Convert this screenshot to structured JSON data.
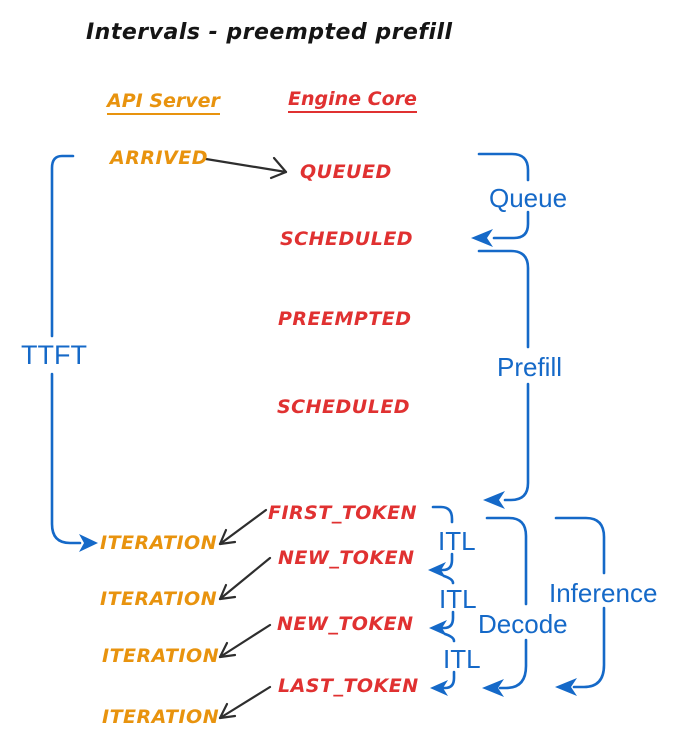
{
  "title": "Intervals - preempted prefill",
  "colors": {
    "orange": "#e8930e",
    "red": "#e03131",
    "blue": "#1569c8",
    "ink": "#2e2e2e"
  },
  "api_server": {
    "header": "API Server",
    "events": [
      "ARRIVED",
      "ITERATION",
      "ITERATION",
      "ITERATION",
      "ITERATION"
    ]
  },
  "engine_core": {
    "header": "Engine Core",
    "events": [
      "QUEUED",
      "SCHEDULED",
      "PREEMPTED",
      "SCHEDULED",
      "FIRST_TOKEN",
      "NEW_TOKEN",
      "NEW_TOKEN",
      "LAST_TOKEN"
    ]
  },
  "intervals": {
    "ttft": "TTFT",
    "queue": "Queue",
    "prefill": "Prefill",
    "itl": [
      "ITL",
      "ITL",
      "ITL"
    ],
    "decode": "Decode",
    "inference": "Inference"
  }
}
